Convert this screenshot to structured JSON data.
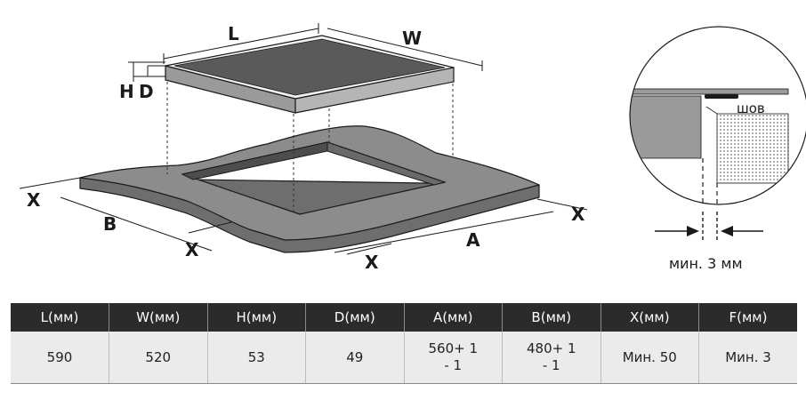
{
  "diagram": {
    "dimension_labels": {
      "L": "L",
      "W": "W",
      "H": "H",
      "D": "D",
      "A": "A",
      "B": "B",
      "X": "X"
    },
    "detail_labels": {
      "seam": "шов",
      "gap": "мин. 3 мм"
    }
  },
  "table": {
    "headers": [
      "L(мм)",
      "W(мм)",
      "H(мм)",
      "D(мм)",
      "A(мм)",
      "B(мм)",
      "X(мм)",
      "F(мм)"
    ],
    "rows": [
      [
        {
          "lines": [
            "590"
          ]
        },
        {
          "lines": [
            "520"
          ]
        },
        {
          "lines": [
            "53"
          ]
        },
        {
          "lines": [
            "49"
          ]
        },
        {
          "lines": [
            "560+ 1",
            "- 1"
          ]
        },
        {
          "lines": [
            "480+ 1",
            "- 1"
          ]
        },
        {
          "lines": [
            "Мин. 50"
          ]
        },
        {
          "lines": [
            "Мин. 3"
          ]
        }
      ]
    ]
  },
  "colors": {
    "countertop": "#8c8c8c",
    "hob_glass": "#5a5a5a",
    "table_header": "#2b2b2b",
    "table_row": "#ebebeb"
  }
}
